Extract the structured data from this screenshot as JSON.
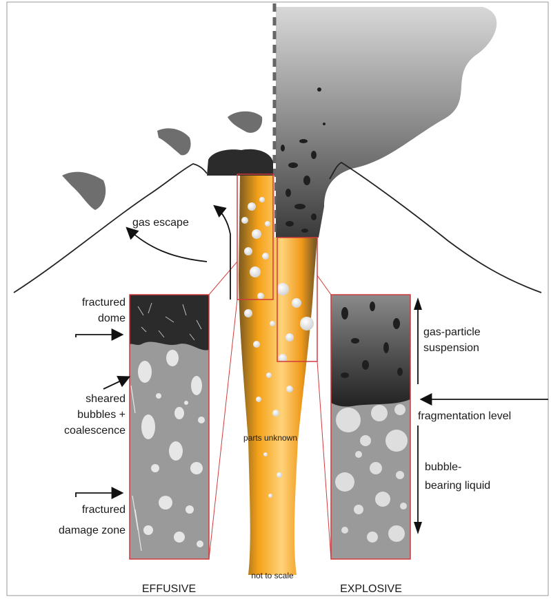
{
  "labels": {
    "gas_escape": "gas escape",
    "fractured_dome_1": "fractured",
    "fractured_dome_2": "dome",
    "sheared_1": "sheared",
    "sheared_2": "bubbles +",
    "sheared_3": "coalescence",
    "damage_1": "fractured",
    "damage_2": "damage zone",
    "gas_particle_1": "gas-particle",
    "gas_particle_2": "suspension",
    "fragmentation": "fragmentation level",
    "bubble_1": "bubble-",
    "bubble_2": "bearing liquid",
    "parts_unknown": "parts unknown",
    "not_to_scale": "not to scale",
    "effusive": "EFFUSIVE",
    "explosive": "EXPLOSIVE"
  },
  "colors": {
    "magma": "#f5a21a",
    "magma_light": "#ffd37a",
    "zoom_box": "#d23a3a",
    "dome": "#2b2b2b",
    "bubble_matrix": "#9a9a9a"
  }
}
